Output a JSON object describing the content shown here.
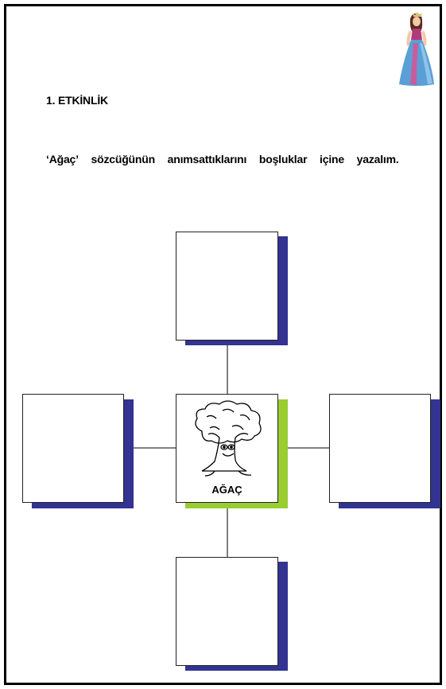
{
  "activity": {
    "title": "1. ETKİNLİK",
    "instruction_words": [
      "‘Ağaç’",
      "sözcüğünün",
      "anımsattıklarını",
      "boşluklar",
      "içine",
      "yazalım."
    ]
  },
  "diagram": {
    "center_label": "AĞAÇ",
    "center_shadow_color": "#9acd32",
    "outer_shadow_color": "#333391",
    "connector_color": "#808080",
    "center_icon": "cartoon-tree-icon"
  },
  "decoration": {
    "corner_image": "princess-doll-icon"
  }
}
